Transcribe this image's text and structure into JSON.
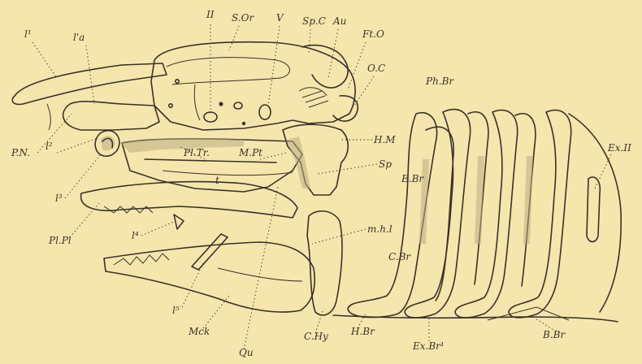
{
  "labels": {
    "l1": "l¹",
    "la": "l'a",
    "II": "II",
    "SOr": "S.Or",
    "V": "V",
    "SpC": "Sp.C",
    "Au": "Au",
    "FtO": "Ft.O",
    "OC": "O.C",
    "PhBr": "Ph.Br",
    "PN": "P.N.",
    "l2": "l²",
    "l3": "l³",
    "PlTr": "Pl.Tr.",
    "MPt": "M.Pt",
    "HM": "H.M",
    "Sp": "Sp",
    "EBr": "E.Br",
    "ExII": "Ex.II",
    "t": "t",
    "mhl": "m.h.l",
    "CBr": "C.Br",
    "PlPl": "Pl.Pl",
    "l4": "l⁴",
    "l5": "l⁵",
    "Mck": "Mck",
    "Qu": "Qu",
    "CHy": "C.Hy",
    "HBr": "H.Br",
    "ExBr1": "Ex.Br¹",
    "BBr": "B.Br"
  }
}
